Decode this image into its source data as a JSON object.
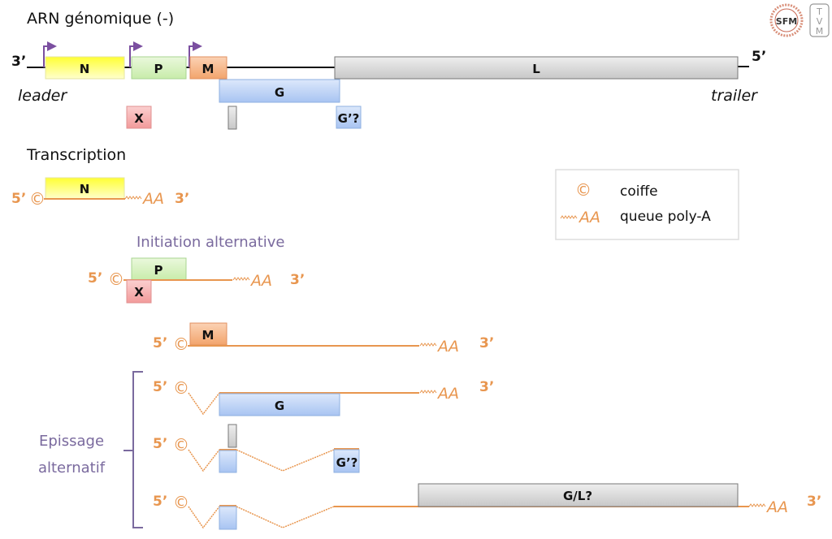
{
  "title": "ARN génomique (-)",
  "genome": {
    "end_left": "3’",
    "end_right": "5’",
    "leader": "leader",
    "trailer": "trailer",
    "genes": {
      "N": "N",
      "P": "P",
      "M": "M",
      "G": "G",
      "L": "L",
      "X": "X",
      "G_prime": "G’?"
    }
  },
  "transcription": {
    "heading": "Transcription",
    "initiation_label": "Initiation alternative",
    "splicing_label_line1": "Epissage",
    "splicing_label_line2": "alternatif",
    "five_prime": "5’",
    "three_prime": "3’",
    "cap_symbol": "©",
    "polya": "AA",
    "mrnas": {
      "N": "N",
      "P": "P",
      "X": "X",
      "M": "M",
      "G": "G",
      "G_prime": "G’?",
      "GL": "G/L?"
    }
  },
  "legend": {
    "cap_symbol": "©",
    "cap_label": "coiffe",
    "polya_symbol": "AA",
    "polya_label": "queue poly-A"
  },
  "logos": {
    "sfm": "SFM",
    "tvm_letters": [
      "T",
      "V",
      "M"
    ]
  },
  "colors": {
    "N": "#ffff66",
    "P": "#ccf0b0",
    "M": "#f5b080",
    "G": "#b0ccf5",
    "L": "#d4d4d4",
    "X": "#f5a8a8",
    "mrna": "#e8964f",
    "promoter": "#7b4fa0",
    "splice_label": "#7a6a9e"
  }
}
